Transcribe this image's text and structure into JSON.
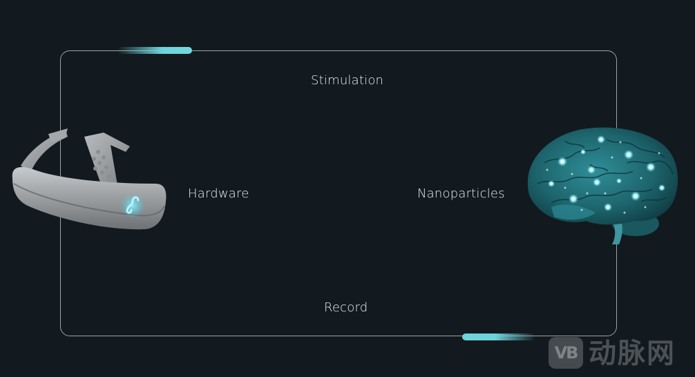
{
  "labels": {
    "stimulation": "Stimulation",
    "hardware": "Hardware",
    "nanoparticles": "Nanoparticles",
    "record": "Record"
  },
  "watermark": {
    "logo": "VB",
    "text": "动脉网"
  },
  "colors": {
    "background": "#121a1f",
    "frame": "#9aa5a8",
    "accent_glow": "#6fd3db",
    "brain": "#1f6a73",
    "headset": "#a9adb0"
  },
  "icons": {
    "headset": "headset-device-image",
    "brain": "brain-nanoparticles-image"
  }
}
